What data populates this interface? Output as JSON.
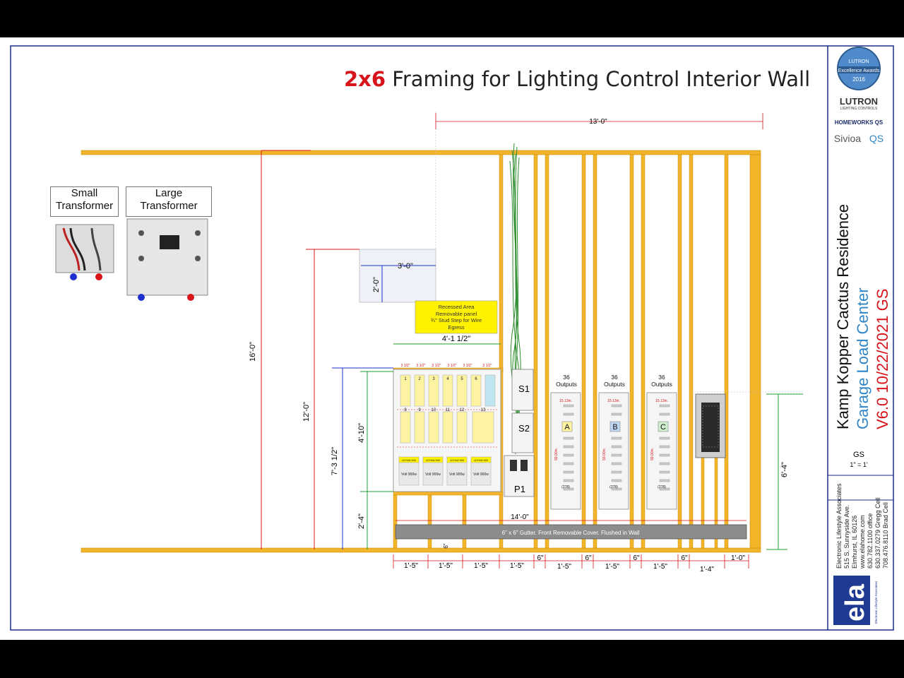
{
  "title": {
    "accent": "2x6",
    "main": "Framing for Lighting Control Interior Wall"
  },
  "transformers": {
    "small": "Small Transformer",
    "large": "Large Transformer"
  },
  "recess_note": [
    "Recessed Area",
    "Removable panel",
    "¾\" Stud Step for Wire",
    "Egress"
  ],
  "gutter_label": "6\" x 6\" Gutter. Front Removable Cover. Flushed in Wall",
  "panels": {
    "s1": "S1",
    "s2": "S2",
    "p1": "P1",
    "outputs_label": [
      "36",
      "Outputs"
    ],
    "a": "A",
    "b": "B",
    "c": "C",
    "width_note": "15.13in.",
    "height_note": "59.00in.",
    "bottom_note": "(278)"
  },
  "dimensions": {
    "overall_width": "13'-0\"",
    "wall_height": "16'-0\"",
    "header_height": "12'-0\"",
    "recess_width": "3'-0\"",
    "recess_height": "2'-0\"",
    "lc_width": "4'-1 1/2\"",
    "lc_bottom": "7'-3 1/2\"",
    "lc_height": "4'-10\"",
    "lc_base": "2'-4\"",
    "gutter_width": "14'-0\"",
    "gutter_drop": "6\"",
    "right_height": "6'-4\"",
    "bottom": [
      "1'-5\"",
      "1'-5\"",
      "1'-5\"",
      "1'-5\"",
      "6\"",
      "1'-5\"",
      "6\"",
      "1'-5\"",
      "6\"",
      "1'-5\"",
      "6\"",
      "1'-4\"",
      "1'-0\""
    ]
  },
  "lc_modules": {
    "top_row": [
      "1",
      "2",
      "3",
      "4",
      "5",
      "6"
    ],
    "mid_row": [
      "8",
      "9",
      "10",
      "11",
      "12",
      "13"
    ],
    "spacing": [
      "3 1/2\"",
      "3 1/2\"",
      "3 1/2\"",
      "3 1/2\"",
      "3 1/2\"",
      "3 1/2\""
    ],
    "lower": [
      "Volt 900w",
      "Volt 900w",
      "Volt 900w",
      "Volt 900w"
    ],
    "lower_strip": [
      "LEHVA 900",
      "LEHVA 900",
      "LEHVA 900",
      "LEHVA 900"
    ]
  },
  "branding": {
    "badge": [
      "LUTRON",
      "Excellence Awards",
      "2016"
    ],
    "lutron": "LUTRON",
    "lutron_sub": "LIGHTING CONTROLS",
    "homeworks": "HOMEWORKS QS",
    "sivoia": "Sivioa",
    "sivoia_qs": "QS",
    "ela": "ela",
    "ela_sub": "Electronic Lifestyle Associates"
  },
  "title_block": {
    "project": "Kamp Kopper Cactus Residence",
    "subtitle": "Garage Load Center",
    "version": "V6.0 10/22/2021 GS",
    "drawn_by": "GS",
    "scale": "1\" = 1'",
    "contact": [
      "Electronic Lifestyle Associates",
      "515 S. Sunnyside Ave.",
      "Elmhurst, IL 60126",
      "www.elahome.com",
      "630.782.1100 office",
      "630.337.0279 Gregg Cell",
      "708.476.8110 Brad Cell"
    ]
  },
  "colors": {
    "stud": "#f2b428",
    "stud_edge": "#c98f10",
    "dim_red": "#d8141b",
    "dim_blue": "#1d2fd0",
    "dim_green": "#1fa12f",
    "wire": "#2a8c2a"
  }
}
